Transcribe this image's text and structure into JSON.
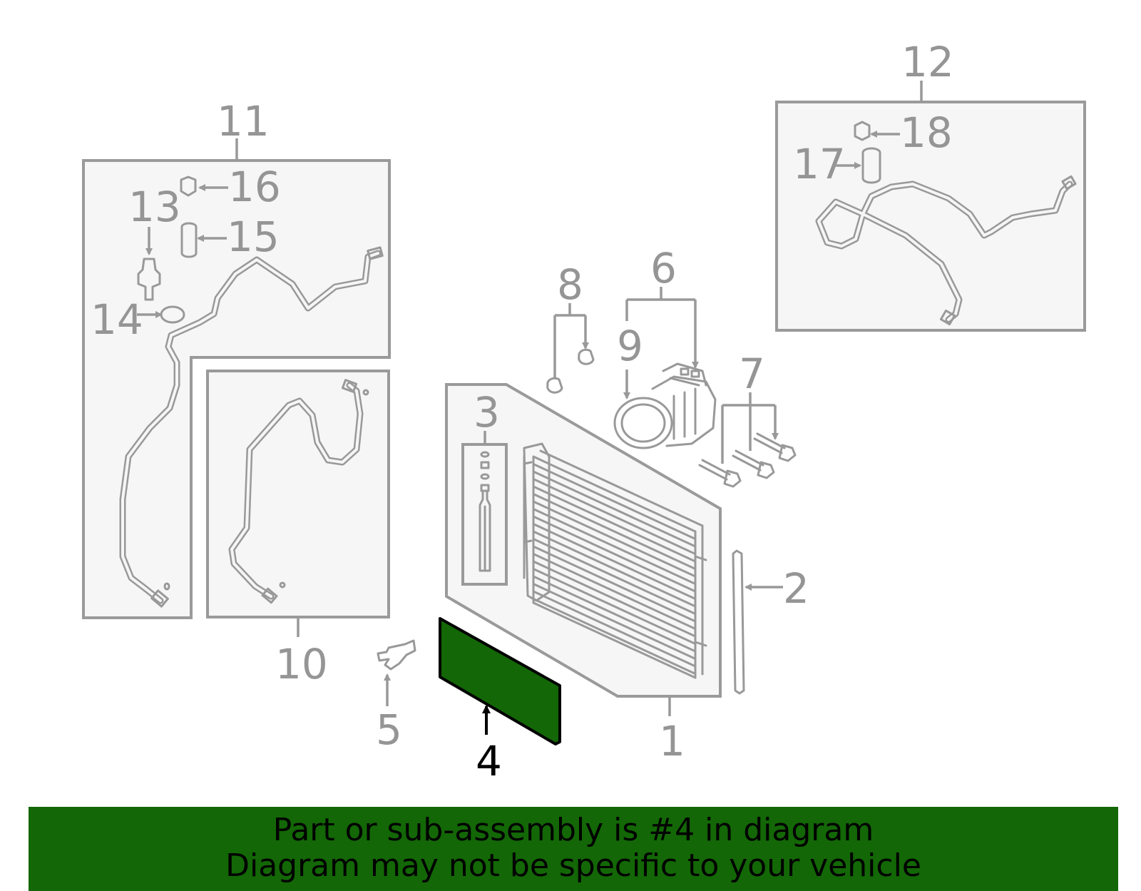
{
  "colors": {
    "highlight_fill": "#136706",
    "outline_gray": "#999999",
    "label_gray": "#959595",
    "panel_fill": "#f6f6f6",
    "footer_background": "#136706"
  },
  "highlighted_callout": "4",
  "callouts": {
    "c1": "1",
    "c2": "2",
    "c3": "3",
    "c4": "4",
    "c5": "5",
    "c6": "6",
    "c7": "7",
    "c8": "8",
    "c9": "9",
    "c10": "10",
    "c11": "11",
    "c12": "12",
    "c13": "13",
    "c14": "14",
    "c15": "15",
    "c16": "16",
    "c17": "17",
    "c18": "18"
  },
  "footer": {
    "line1": "Part or sub-assembly is #4 in diagram",
    "line2": "Diagram may not be specific to your vehicle"
  }
}
